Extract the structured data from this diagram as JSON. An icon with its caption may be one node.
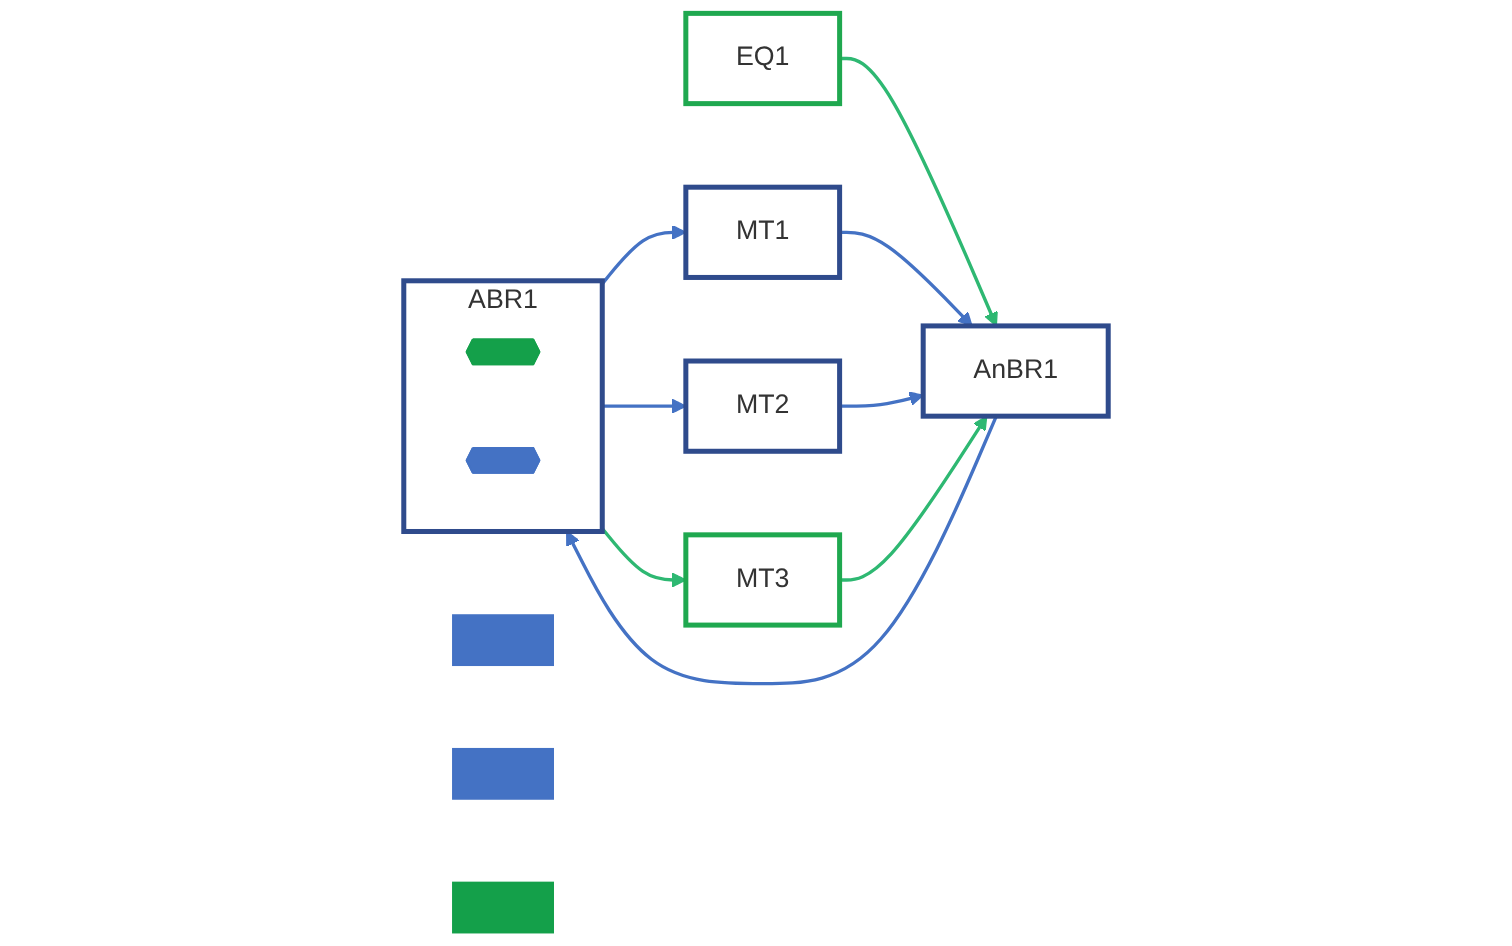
{
  "diagram": {
    "nodes": [
      {
        "text": [
          "EQ1"
        ]
      },
      {
        "text": [
          "AnBR1"
        ]
      },
      {
        "text": [
          "ABR1"
        ]
      },
      {
        "text": [],
        "shape": "hexagon",
        "in": 2
      },
      {
        "text": [],
        "shape": "hexagon",
        "in": 2
      },
      {
        "text": [
          "MT1"
        ]
      },
      {
        "text": [],
        "shape": "bar"
      },
      {
        "text": [
          "MT2"
        ]
      },
      {
        "text": [],
        "shape": "bar"
      },
      {
        "text": [
          "MT3"
        ]
      },
      {
        "text": [],
        "shape": "bar"
      }
    ],
    "edges": [
      {
        "from": 0,
        "to": 1,
        "arrow": "to",
        "color": "#2eb872"
      },
      {
        "from": 1,
        "to": 2,
        "arrow": "to"
      },
      {
        "from": 5,
        "to": 1,
        "arrow": "to"
      },
      {
        "from": 2,
        "to": 5,
        "arrow": "to"
      },
      {
        "from": 2,
        "to": 7,
        "arrow": "to"
      },
      {
        "from": 7,
        "to": 1,
        "arrow": "to"
      },
      {
        "from": 2,
        "to": 9,
        "arrow": "to",
        "color": "#2eb872"
      },
      {
        "from": 9,
        "to": 1,
        "arrow": "to",
        "color": "#2eb872"
      }
    ]
  }
}
